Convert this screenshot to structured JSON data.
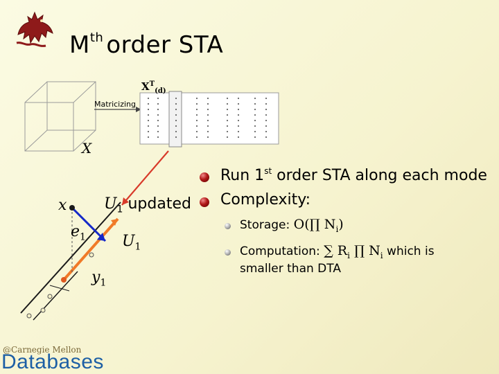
{
  "slide": {
    "title_main": "M",
    "title_sup": "th",
    "title_rest": "order STA"
  },
  "figure": {
    "matricizing_label": "Matricizing",
    "matrix_symbol": "X",
    "matrix_sup": "T",
    "matrix_sub": "(d)",
    "tensor_label": "X"
  },
  "diagram": {
    "x_label": "x",
    "e_label": "e",
    "e_sub": "1",
    "u_updated_label": "U",
    "u_updated_sub": "1",
    "u_updated_text": "updated",
    "u_label": "U",
    "u_sub": "1",
    "y_label": "y",
    "y_sub": "1"
  },
  "bullets": {
    "b1_pre": "Run 1",
    "b1_sup": "st",
    "b1_post": "order STA along each mode",
    "b2": "Complexity:",
    "sub1_text": "Storage: ",
    "sub1_math": "O(∏ N",
    "sub1_math_sub": "i",
    "sub1_math_end": ")",
    "sub2_text": "Computation: ",
    "sub2_math_a": "∑ R",
    "sub2_math_a_sub": "i",
    "sub2_math_b": "∏ N",
    "sub2_math_b_sub": "i",
    "sub2_tail": " which is",
    "sub2_line2": "smaller than DTA"
  },
  "logo": {
    "small": "@Carnegie Mellon",
    "big": "Databases"
  },
  "colors": {
    "bullet_red": "#b01818",
    "arrow_red": "#d83a2a",
    "vector_blue": "#1428c8",
    "orange_line": "#f07a28",
    "logo_blue": "#1d5fa5"
  },
  "icons": {
    "corner_logo": "griffin-icon"
  }
}
